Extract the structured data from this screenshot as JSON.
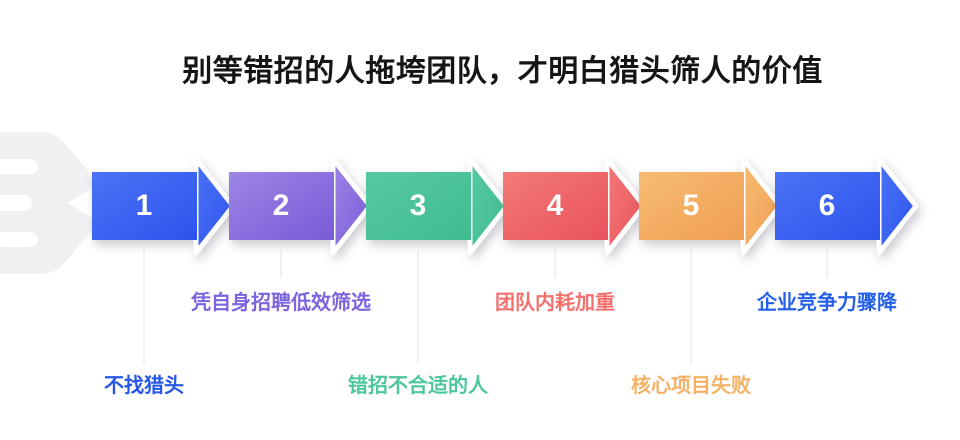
{
  "title": "别等错招的人拖垮团队，才明白猎头筛人的价值",
  "flow": {
    "number_color": "#ffffff",
    "connector_color": "#e3e3e6",
    "steps": [
      {
        "number": "1",
        "label": "不找猎头",
        "gradient_start": "#4a73f4",
        "gradient_end": "#2e53ee",
        "label_color": "#2457e8",
        "label_position": "bottom"
      },
      {
        "number": "2",
        "label": "凭自身招聘低效筛选",
        "gradient_start": "#9d85e6",
        "gradient_end": "#7a5ad7",
        "label_color": "#7c64dd",
        "label_position": "top"
      },
      {
        "number": "3",
        "label": "错招不合适的人",
        "gradient_start": "#57c8a1",
        "gradient_end": "#3fbd90",
        "label_color": "#4cc69c",
        "label_position": "bottom"
      },
      {
        "number": "4",
        "label": "团队内耗加重",
        "gradient_start": "#f37a77",
        "gradient_end": "#e9525c",
        "label_color": "#f4706e",
        "label_position": "top"
      },
      {
        "number": "5",
        "label": "核心项目失败",
        "gradient_start": "#f6bc72",
        "gradient_end": "#f09e54",
        "label_color": "#f5b267",
        "label_position": "bottom"
      },
      {
        "number": "6",
        "label": "企业竞争力骤降",
        "gradient_start": "#4a73f4",
        "gradient_end": "#2e53ee",
        "label_color": "#2560eb",
        "label_position": "top"
      }
    ]
  },
  "decoration": {
    "name": "merging-lines",
    "color": "#f0f0f2"
  }
}
